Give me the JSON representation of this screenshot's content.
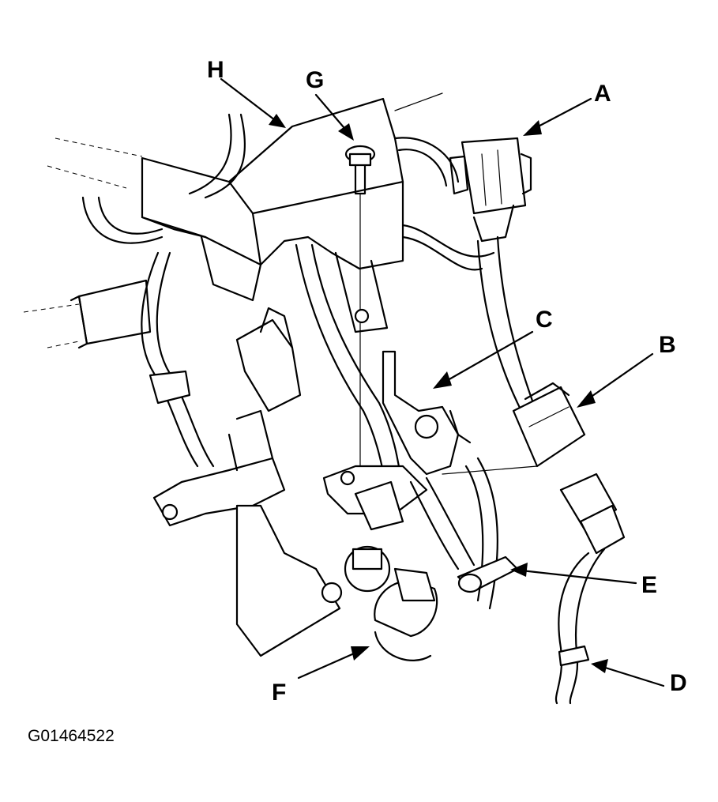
{
  "callouts": {
    "a": "A",
    "b": "B",
    "c": "C",
    "d": "D",
    "e": "E",
    "f": "F",
    "g": "G",
    "h": "H"
  },
  "figure_id": "G01464522"
}
